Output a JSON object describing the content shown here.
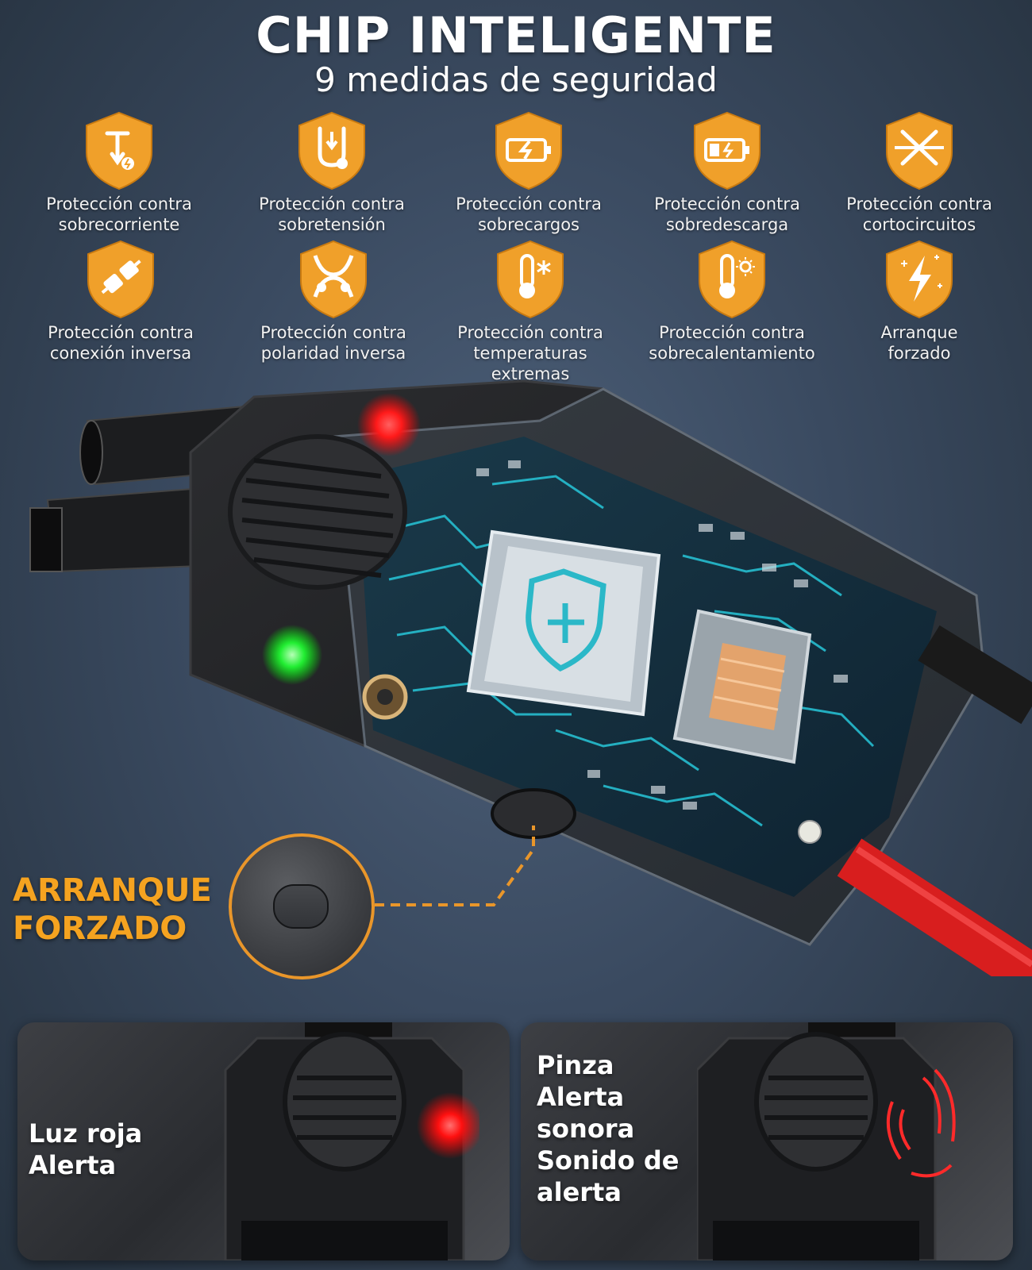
{
  "header": {
    "title": "CHIP INTELIGENTE",
    "subtitle": "9 medidas de seguridad"
  },
  "features": [
    {
      "label": "Protección contra\nsobrecorriente",
      "icon": "overcurrent-icon"
    },
    {
      "label": "Protección contra\nsobretensión",
      "icon": "overvoltage-icon"
    },
    {
      "label": "Protección contra\nsobrecargos",
      "icon": "overcharge-battery-icon"
    },
    {
      "label": "Protección contra\nsobredescarga",
      "icon": "over-discharge-battery-icon"
    },
    {
      "label": "Protección contra\ncortocircuitos",
      "icon": "short-circuit-icon"
    },
    {
      "label": "Protección contra\nconexión inversa",
      "icon": "reverse-connection-plug-icon"
    },
    {
      "label": "Protección contra\npolaridad inversa",
      "icon": "reverse-polarity-icon"
    },
    {
      "label": "Protección contra\ntemperaturas\nextremas",
      "icon": "cold-thermometer-icon"
    },
    {
      "label": "Protección contra\nsobrecalentamiento",
      "icon": "hot-thermometer-icon"
    },
    {
      "label": "Arranque\nforzado",
      "icon": "lightning-bolt-icon"
    }
  ],
  "callout": {
    "label_line1": "ARRANQUE",
    "label_line2": "FORZADO"
  },
  "panels": {
    "left": {
      "line1": "Luz roja",
      "line2": "Alerta"
    },
    "right": {
      "line1": "Pinza",
      "line2": "Alerta",
      "line3": "sonora",
      "line4": "Sonido de",
      "line5": "alerta"
    }
  },
  "colors": {
    "accent_orange": "#f5a320",
    "shield_orange": "#f0a02a",
    "led_red": "#ff2a2a",
    "led_green": "#2bff4a",
    "circuit_cyan": "#27c6d8"
  }
}
